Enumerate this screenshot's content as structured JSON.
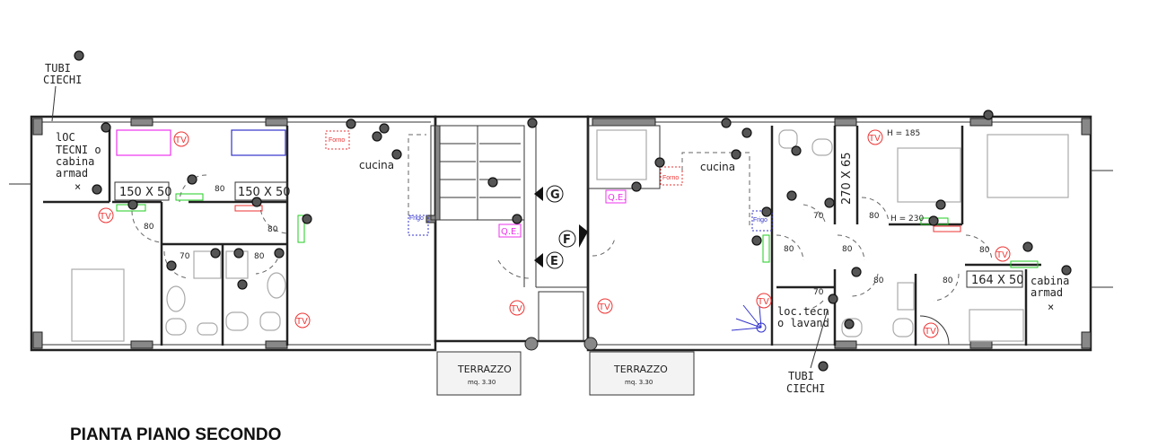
{
  "title": "PIANTA PIANO SECONDO",
  "notes": {
    "tubi_ciechi_1": [
      "TUBI",
      "CIECHI"
    ],
    "tubi_ciechi_2": [
      "TUBI",
      "CIECHI"
    ]
  },
  "left_apartment": {
    "loc_tecnico": [
      "lOC",
      "TECNI  o",
      "cabina",
      "armad"
    ],
    "wardrobe_1": "150 X 50",
    "wardrobe_2": "150 X 50",
    "kitchen": "cucina",
    "oven": "Forno",
    "fridge": "Frigo",
    "panel": "Q.E."
  },
  "right_apartment": {
    "kitchen": "cucina",
    "oven": "Forno",
    "fridge": "Frigo",
    "panel": "Q.E.",
    "closet": "270 X 65",
    "height_1": "H = 185",
    "height_2": "H = 230",
    "wardrobe": "164 X 50",
    "cabina": [
      "cabina",
      "armad"
    ],
    "loc_tecn": [
      "loc.tecn",
      "o lavand"
    ]
  },
  "stair_labels": {
    "g": "G",
    "f": "F",
    "e": "E"
  },
  "doors": {
    "d80": "80",
    "d70": "70"
  },
  "tv": "TV",
  "terraces": [
    {
      "name": "TERRAZZO",
      "area": "mq. 3.30"
    },
    {
      "name": "TERRAZZO",
      "area": "mq. 3.30"
    }
  ]
}
